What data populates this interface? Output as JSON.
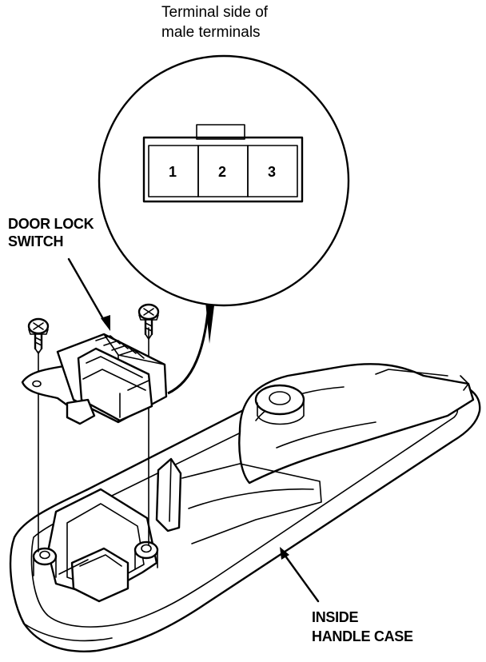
{
  "caption": {
    "line1": "Terminal side of",
    "line2": "male terminals"
  },
  "connector": {
    "terminals": [
      "1",
      "2",
      "3"
    ]
  },
  "callouts": {
    "switch": {
      "line1": "DOOR LOCK",
      "line2": "SWITCH"
    },
    "case": {
      "line1": "INSIDE",
      "line2": "HANDLE CASE"
    }
  }
}
